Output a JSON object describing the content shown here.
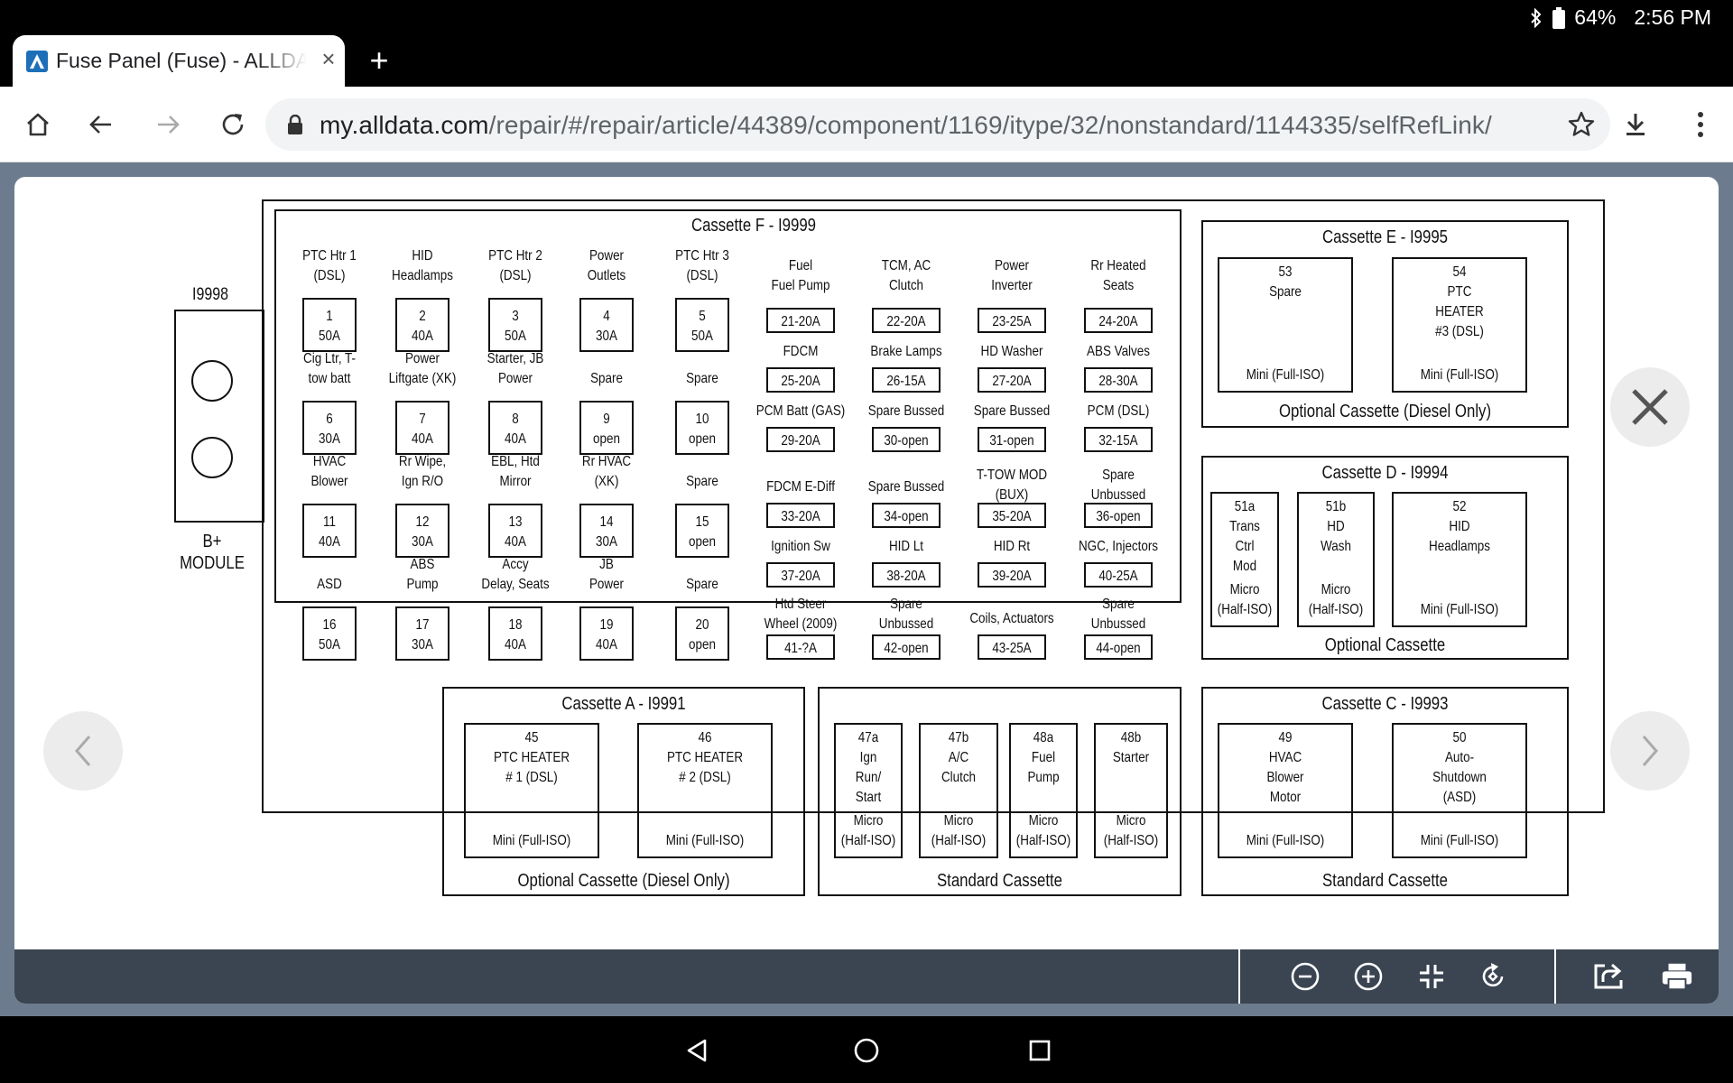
{
  "status_bar": {
    "battery": "64%",
    "time": "2:56 PM"
  },
  "tab": {
    "title": "Fuse Panel (Fuse) - ALLDATA Repair",
    "close": "×",
    "new_tab": "+"
  },
  "url": {
    "host": "my.alldata.com",
    "path": "/repair/#/repair/article/44389/component/1169/itype/32/nonstandard/1144335/selfRefLink/"
  },
  "icons": {
    "home": "home-icon",
    "back": "back-arrow-icon",
    "forward": "forward-arrow-icon",
    "reload": "reload-icon",
    "lock": "lock-icon",
    "star": "star-icon",
    "download": "download-icon",
    "menu": "three-dots-icon",
    "close": "close-x-icon",
    "prev": "chevron-left-icon",
    "next": "chevron-right-icon",
    "zoom_out": "zoom-out-icon",
    "zoom_in": "zoom-in-icon",
    "fit": "fit-screen-icon",
    "rotate": "rotate-icon",
    "share": "share-icon",
    "print": "printer-icon",
    "nav_back": "android-back-icon",
    "nav_home": "android-home-icon",
    "nav_recents": "android-recents-icon"
  },
  "colors": {
    "page_bg": "#6c7c8e",
    "viewer_bar": "#3b4451",
    "favicon": "#1d6fb8"
  },
  "diagram": {
    "module": {
      "id": "I9998",
      "label_lines": [
        "B+",
        "MODULE"
      ]
    },
    "cassette_f": {
      "title": "Cassette F - I9999",
      "mini_fuses": [
        {
          "label": [
            "PTC Htr 1",
            "(DSL)"
          ],
          "fuse": [
            "1",
            "50A"
          ]
        },
        {
          "label": [
            "HID",
            "Headlamps"
          ],
          "fuse": [
            "2",
            "40A"
          ]
        },
        {
          "label": [
            "PTC Htr 2",
            "(DSL)"
          ],
          "fuse": [
            "3",
            "50A"
          ]
        },
        {
          "label": [
            "Power",
            "Outlets"
          ],
          "fuse": [
            "4",
            "30A"
          ]
        },
        {
          "label": [
            "PTC Htr 3",
            "(DSL)"
          ],
          "fuse": [
            "5",
            "50A"
          ]
        },
        {
          "label": [
            "Cig Ltr, T-",
            "tow batt"
          ],
          "fuse": [
            "6",
            "30A"
          ]
        },
        {
          "label": [
            "Power",
            "Liftgate (XK)"
          ],
          "fuse": [
            "7",
            "40A"
          ]
        },
        {
          "label": [
            "Starter, JB",
            "Power"
          ],
          "fuse": [
            "8",
            "40A"
          ]
        },
        {
          "label": [
            "Spare"
          ],
          "fuse": [
            "9",
            "open"
          ]
        },
        {
          "label": [
            "Spare"
          ],
          "fuse": [
            "10",
            "open"
          ]
        },
        {
          "label": [
            "HVAC",
            "Blower"
          ],
          "fuse": [
            "11",
            "40A"
          ]
        },
        {
          "label": [
            "Rr Wipe,",
            "Ign R/O"
          ],
          "fuse": [
            "12",
            "30A"
          ]
        },
        {
          "label": [
            "EBL, Htd",
            "Mirror"
          ],
          "fuse": [
            "13",
            "40A"
          ]
        },
        {
          "label": [
            "Rr HVAC",
            "(XK)"
          ],
          "fuse": [
            "14",
            "30A"
          ]
        },
        {
          "label": [
            "Spare"
          ],
          "fuse": [
            "15",
            "open"
          ]
        },
        {
          "label": [
            "ASD"
          ],
          "fuse": [
            "16",
            "50A"
          ]
        },
        {
          "label": [
            "ABS",
            "Pump"
          ],
          "fuse": [
            "17",
            "30A"
          ]
        },
        {
          "label": [
            "Accy",
            "Delay, Seats"
          ],
          "fuse": [
            "18",
            "40A"
          ]
        },
        {
          "label": [
            "JB",
            "Power"
          ],
          "fuse": [
            "19",
            "40A"
          ]
        },
        {
          "label": [
            "Spare"
          ],
          "fuse": [
            "20",
            "open"
          ]
        }
      ],
      "blade_fuses": [
        {
          "label": [
            "Fuel",
            "Fuel Pump"
          ],
          "fuse": "21-20A"
        },
        {
          "label": [
            "TCM, AC",
            "Clutch"
          ],
          "fuse": "22-20A"
        },
        {
          "label": [
            "Power",
            "Inverter"
          ],
          "fuse": "23-25A"
        },
        {
          "label": [
            "Rr Heated",
            "Seats"
          ],
          "fuse": "24-20A"
        },
        {
          "label": [
            "FDCM"
          ],
          "fuse": "25-20A"
        },
        {
          "label": [
            "Brake Lamps"
          ],
          "fuse": "26-15A"
        },
        {
          "label": [
            "HD Washer"
          ],
          "fuse": "27-20A"
        },
        {
          "label": [
            "ABS Valves"
          ],
          "fuse": "28-30A"
        },
        {
          "label": [
            "PCM Batt (GAS)"
          ],
          "fuse": "29-20A"
        },
        {
          "label": [
            "Spare Bussed"
          ],
          "fuse": "30-open"
        },
        {
          "label": [
            "Spare Bussed"
          ],
          "fuse": "31-open"
        },
        {
          "label": [
            "PCM (DSL)"
          ],
          "fuse": "32-15A"
        },
        {
          "label": [
            "FDCM E-Diff"
          ],
          "fuse": "33-20A"
        },
        {
          "label": [
            "Spare Bussed"
          ],
          "fuse": "34-open"
        },
        {
          "label": [
            "T-TOW MOD",
            "(BUX)"
          ],
          "fuse": "35-20A"
        },
        {
          "label": [
            "Spare",
            "Unbussed"
          ],
          "fuse": "36-open"
        },
        {
          "label": [
            "Ignition Sw"
          ],
          "fuse": "37-20A"
        },
        {
          "label": [
            "HID Lt"
          ],
          "fuse": "38-20A"
        },
        {
          "label": [
            "HID Rt"
          ],
          "fuse": "39-20A"
        },
        {
          "label": [
            "NGC, Injectors"
          ],
          "fuse": "40-25A"
        },
        {
          "label": [
            "Htd Steer",
            "Wheel (2009)"
          ],
          "fuse": "41-?A"
        },
        {
          "label": [
            "Spare",
            "Unbussed"
          ],
          "fuse": "42-open"
        },
        {
          "label": [
            "Coils, Actuators"
          ],
          "fuse": "43-25A"
        },
        {
          "label": [
            "Spare",
            "Unbussed"
          ],
          "fuse": "44-open"
        }
      ]
    },
    "cassette_e": {
      "title": "Cassette E - I9995",
      "caption": "Optional Cassette (Diesel Only)",
      "slots": [
        {
          "top": [
            "53",
            "Spare"
          ],
          "bottom": [
            "Mini (Full-ISO)"
          ]
        },
        {
          "top": [
            "54",
            "PTC",
            "HEATER",
            "#3 (DSL)"
          ],
          "bottom": [
            "Mini (Full-ISO)"
          ]
        }
      ]
    },
    "cassette_d": {
      "title": "Cassette D - I9994",
      "caption": "Optional Cassette",
      "slots": [
        {
          "top": [
            "51a",
            "Trans",
            "Ctrl",
            "Mod"
          ],
          "bottom": [
            "Micro",
            "(Half-ISO)"
          ]
        },
        {
          "top": [
            "51b",
            "HD",
            "Wash"
          ],
          "bottom": [
            "Micro",
            "(Half-ISO)"
          ]
        },
        {
          "top": [
            "52",
            "HID",
            "Headlamps"
          ],
          "bottom": [
            "Mini (Full-ISO)"
          ]
        }
      ]
    },
    "cassette_a": {
      "title": "Cassette A - I9991",
      "caption": "Optional Cassette (Diesel Only)",
      "slots": [
        {
          "top": [
            "45",
            "PTC HEATER",
            "# 1 (DSL)"
          ],
          "bottom": [
            "Mini (Full-ISO)"
          ]
        },
        {
          "top": [
            "46",
            "PTC HEATER",
            "# 2 (DSL)"
          ],
          "bottom": [
            "Mini (Full-ISO)"
          ]
        }
      ]
    },
    "cassette_b": {
      "caption": "Standard Cassette",
      "slots": [
        {
          "top": [
            "47a",
            "Ign",
            "Run/",
            "Start"
          ],
          "bottom": [
            "Micro",
            "(Half-ISO)"
          ]
        },
        {
          "top": [
            "47b",
            "A/C",
            "Clutch"
          ],
          "bottom": [
            "Micro",
            "(Half-ISO)"
          ]
        },
        {
          "top": [
            "48a",
            "Fuel",
            "Pump"
          ],
          "bottom": [
            "Micro",
            "(Half-ISO)"
          ]
        },
        {
          "top": [
            "48b",
            "Starter"
          ],
          "bottom": [
            "Micro",
            "(Half-ISO)"
          ]
        }
      ]
    },
    "cassette_c": {
      "title": "Cassette C - I9993",
      "caption": "Standard Cassette",
      "slots": [
        {
          "top": [
            "49",
            "HVAC",
            "Blower",
            "Motor"
          ],
          "bottom": [
            "Mini (Full-ISO)"
          ]
        },
        {
          "top": [
            "50",
            "Auto-",
            "Shutdown",
            "(ASD)"
          ],
          "bottom": [
            "Mini (Full-ISO)"
          ]
        }
      ]
    }
  }
}
